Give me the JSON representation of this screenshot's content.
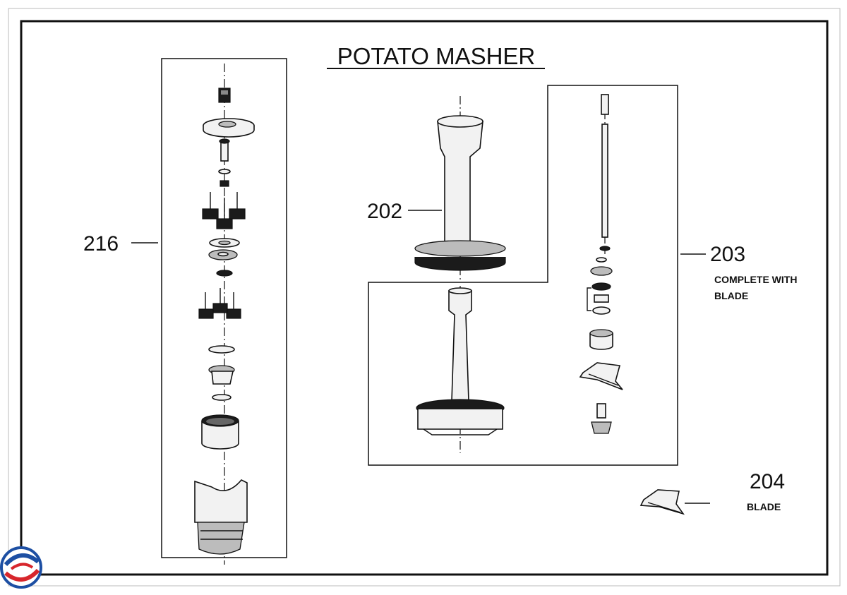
{
  "title": "POTATO MASHER",
  "callouts": [
    {
      "id": "216",
      "number": "216",
      "caption": ""
    },
    {
      "id": "202",
      "number": "202",
      "caption": ""
    },
    {
      "id": "203",
      "number": "203",
      "caption_line1": "COMPLETE WITH",
      "caption_line2": "BLADE"
    },
    {
      "id": "204",
      "number": "204",
      "caption": "BLADE"
    }
  ],
  "logo": {
    "name": "brand-logo",
    "colors": [
      "#1d4fa3",
      "#d7262c"
    ]
  }
}
